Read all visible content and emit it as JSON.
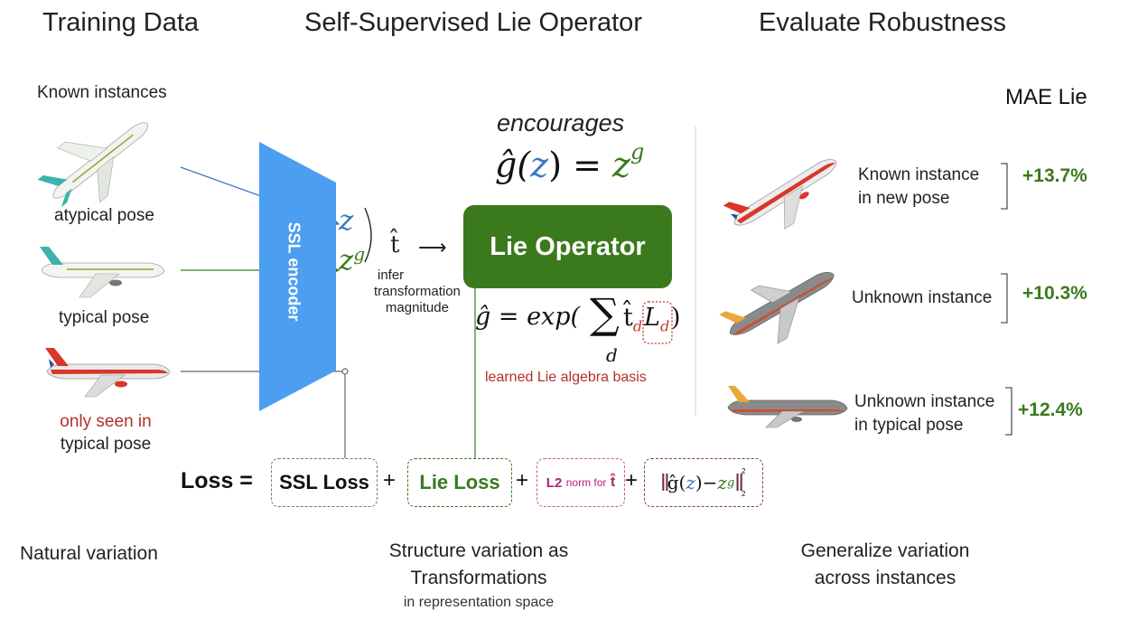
{
  "headers": {
    "training": "Training Data",
    "operator": "Self-Supervised Lie Operator",
    "evaluate": "Evaluate Robustness"
  },
  "left": {
    "known_instances": "Known instances",
    "atypical_pose": "atypical pose",
    "typical_pose": "typical pose",
    "only_seen_line1": "only seen in",
    "only_seen_line2": "typical pose",
    "natural_variation": "Natural variation"
  },
  "encoder": {
    "label": "SSL encoder"
  },
  "middle": {
    "encourages": "encourages",
    "eq_lhs": "ĝ(",
    "eq_z": "z",
    "eq_mid": ") = ",
    "eq_zg": "z",
    "eq_zg_sup": "g",
    "z_label": "z",
    "zg_label": "z",
    "zg_sup": "g",
    "t_hat": "t̂",
    "arrow": "⟶",
    "infer_line1": "infer",
    "infer_line2": "transformation",
    "infer_line3": "magnitude",
    "lie_operator": "Lie Operator",
    "formula_g": "ĝ = exp(",
    "formula_sum": "∑",
    "formula_sub_d": "d",
    "formula_t": "t̂",
    "formula_t_sub": "d",
    "formula_L": "L",
    "formula_L_sub": "d",
    "formula_close": ")",
    "basis_note": "learned Lie algebra basis",
    "structure_line1": "Structure variation as",
    "structure_line2": "Transformations",
    "structure_line3": "in representation space"
  },
  "loss": {
    "label": "Loss =",
    "ssl": "SSL Loss",
    "plus": "+",
    "lie": "Lie Loss",
    "l2_main": "L2",
    "l2_norm": "norm for",
    "l2_t": "t̂",
    "term_g": "ĝ(",
    "term_z": "z",
    "term_mid": ")−",
    "term_zg": "z",
    "term_zg_sup": "g",
    "term_sup2": "2",
    "term_sub2": "2"
  },
  "right": {
    "mae_lie": "MAE Lie",
    "known_new_line1": "Known instance",
    "known_new_line2": "in new pose",
    "pct1": "+13.7%",
    "unknown": "Unknown instance",
    "pct2": "+10.3%",
    "unknown_typ_line1": "Unknown instance",
    "unknown_typ_line2": "in typical pose",
    "pct3": "+12.4%",
    "generalize_line1": "Generalize variation",
    "generalize_line2": "across instances"
  },
  "colors": {
    "encoder_blue": "#4b9ef0",
    "z_blue": "#3a78c4",
    "green": "#3a7a1d",
    "red_text": "#b3302a",
    "magenta": "#b3226e",
    "purple": "#7a2a4a"
  }
}
